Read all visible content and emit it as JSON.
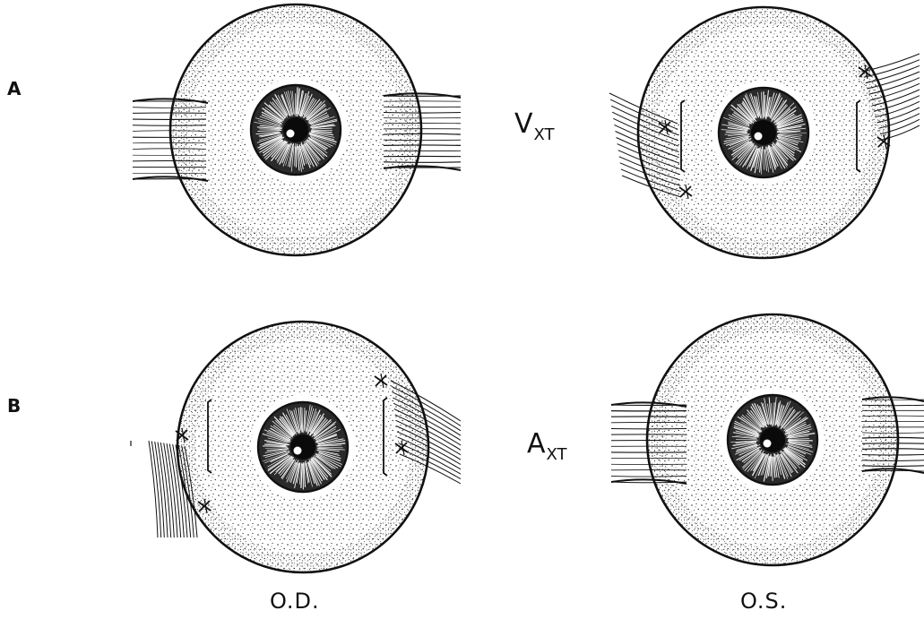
{
  "labels": {
    "row_a": "A",
    "row_b": "B",
    "col_right_eye": "O.D.",
    "col_left_eye": "O.S."
  },
  "conditions": [
    {
      "main": "V",
      "sub": "XT"
    },
    {
      "main": "A",
      "sub": "XT"
    }
  ],
  "colors": {
    "ink": "#111111",
    "background": "#ffffff"
  }
}
